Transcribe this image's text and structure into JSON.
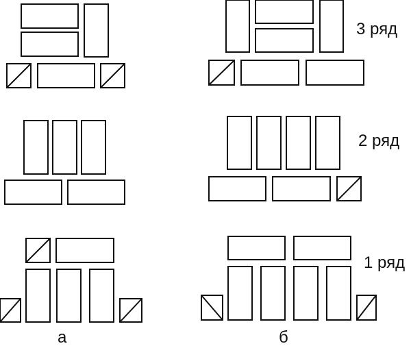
{
  "labels": {
    "row_3": "3 ряд",
    "row_2": "2 ряд",
    "row_1": "1 ряд",
    "variant_a": "а",
    "variant_b": "б"
  },
  "colors": {
    "stroke": "#111111",
    "fill": "#ffffff"
  },
  "icons": {
    "half_brick": "diagonal-hatched-square"
  }
}
